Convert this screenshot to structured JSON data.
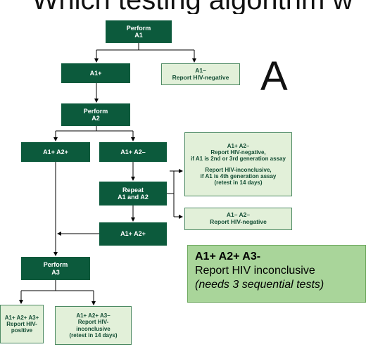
{
  "title": "Which testing algorithm w",
  "panel_label": "A",
  "nodes": {
    "perform_a1": [
      "Perform",
      "A1"
    ],
    "a1_pos": [
      "A1+"
    ],
    "a1_neg": [
      "A1–",
      "Report HIV-negative"
    ],
    "perform_a2": [
      "Perform",
      "A2"
    ],
    "a1_a2_pos": [
      "A1+ A2+"
    ],
    "a1_pos_a2_neg": [
      "A1+ A2–"
    ],
    "discordant_report": [
      "A1+ A2–",
      "Report HIV-negative,",
      "if A1 is 2nd or 3rd generation assay",
      "",
      "Report HIV-inconclusive,",
      "if A1 is 4th generation assay",
      "(retest in 14 days)"
    ],
    "repeat": [
      "Repeat",
      "A1 and A2"
    ],
    "repeat_neg": [
      "A1– A2–",
      "Report HIV-negative"
    ],
    "repeat_pos": [
      "A1+ A2+"
    ],
    "perform_a3": [
      "Perform",
      "A3"
    ],
    "all_pos": [
      "A1+ A2+ A3+",
      "Report HIV-",
      "positive"
    ],
    "a3_neg": [
      "A1+ A2+ A3–",
      "Report HIV-",
      "inconclusive",
      "(retest in 14 days)"
    ]
  },
  "callout": {
    "line1": "A1+ A2+ A3-",
    "line2": "Report HIV inconclusive",
    "line3": "(needs 3 sequential tests)"
  }
}
